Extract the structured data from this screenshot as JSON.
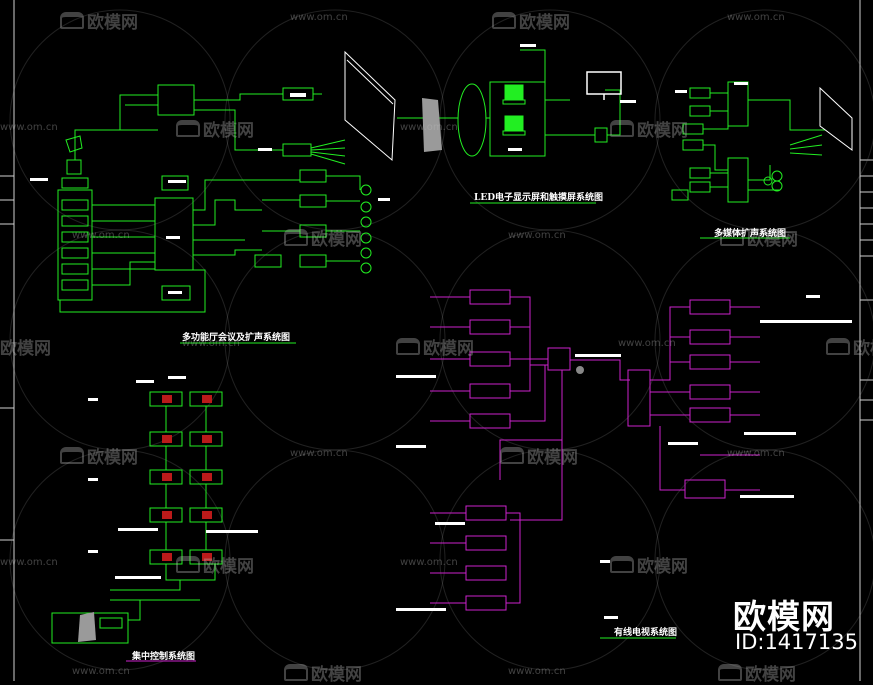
{
  "diagram_titles": {
    "led_display": "LED电子显示屏和触摸屏系统图",
    "multimedia_pa": "多媒体扩声系统图",
    "hall_conference": "多功能厅会议及扩声系统图",
    "centralized_switch": "集中控制系统图",
    "cable_tv": "有线电视系统图"
  },
  "watermark": {
    "brand": "欧模网",
    "url": "www.om.cn"
  },
  "brand_mark": {
    "name": "欧模网",
    "id_text": "ID:1417135"
  },
  "colors": {
    "background": "#000000",
    "green_lines": "#22ee22",
    "magenta_lines": "#cc22cc",
    "white_text": "#ffffff"
  }
}
